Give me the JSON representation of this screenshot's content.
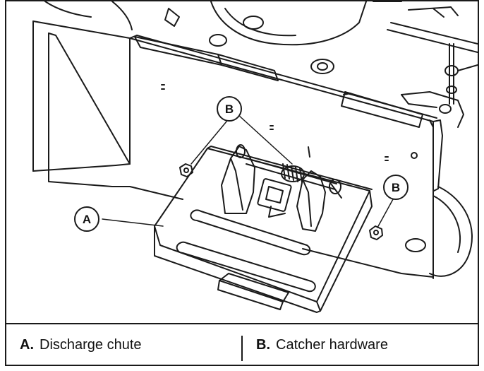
{
  "figure": {
    "callouts": [
      {
        "id": "callout-a",
        "letter": "A"
      },
      {
        "id": "callout-b1",
        "letter": "B"
      },
      {
        "id": "callout-b2",
        "letter": "B"
      }
    ]
  },
  "legend": {
    "items": [
      {
        "key": "A.",
        "text": "Discharge chute"
      },
      {
        "key": "B.",
        "text": "Catcher hardware"
      }
    ]
  }
}
